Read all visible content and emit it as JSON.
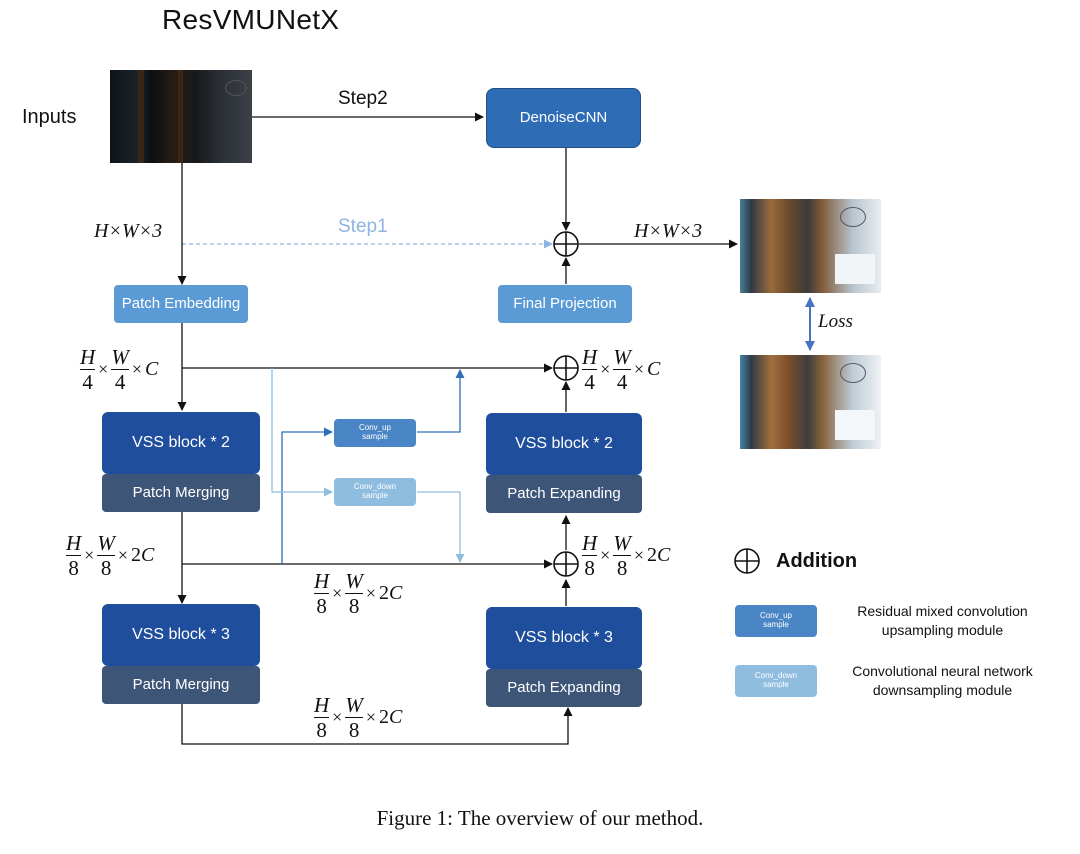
{
  "title": "ResVMUNetX",
  "inputs_label": "Inputs",
  "step1": "Step1",
  "step2": "Step2",
  "boxes": {
    "denoise": "DenoiseCNN",
    "patch_embedding": "Patch Embedding",
    "final_projection": "Final Projection",
    "enc_vss1": "VSS block * 2",
    "enc_merge1": "Patch Merging",
    "enc_vss2": "VSS block * 3",
    "enc_merge2": "Patch Merging",
    "dec_vss1": "VSS block * 2",
    "dec_expand1": "Patch Expanding",
    "dec_vss2": "VSS block * 3",
    "dec_expand2": "Patch Expanding",
    "conv_up_line1": "Conv_up",
    "conv_up_line2": "sample",
    "conv_down_line1": "Conv_down",
    "conv_down_line2": "sample"
  },
  "dims": {
    "hw3": "H×W×3",
    "quarter": {
      "num1": "H",
      "den1": "4",
      "num2": "W",
      "den2": "4",
      "tail": "C",
      "tail_coef": ""
    },
    "eighth": {
      "num1": "H",
      "den1": "8",
      "num2": "W",
      "den2": "8",
      "tail": "C",
      "tail_coef": "2"
    }
  },
  "loss_label": "Loss",
  "legend": {
    "addition": "Addition",
    "conv_up_desc": "Residual mixed convolution upsampling module",
    "conv_down_desc": "Convolutional neural network downsampling module"
  },
  "caption": "Figure 1: The overview of our method.",
  "colors": {
    "dark_block": "#1f4e9c",
    "merge_block": "#3d5678",
    "light_block": "#5b9bd5",
    "conv_up": "#4a86c5",
    "conv_down": "#8fbde0",
    "step1_arrow": "#8fb4e3",
    "loss_arrow": "#4a72c4"
  }
}
